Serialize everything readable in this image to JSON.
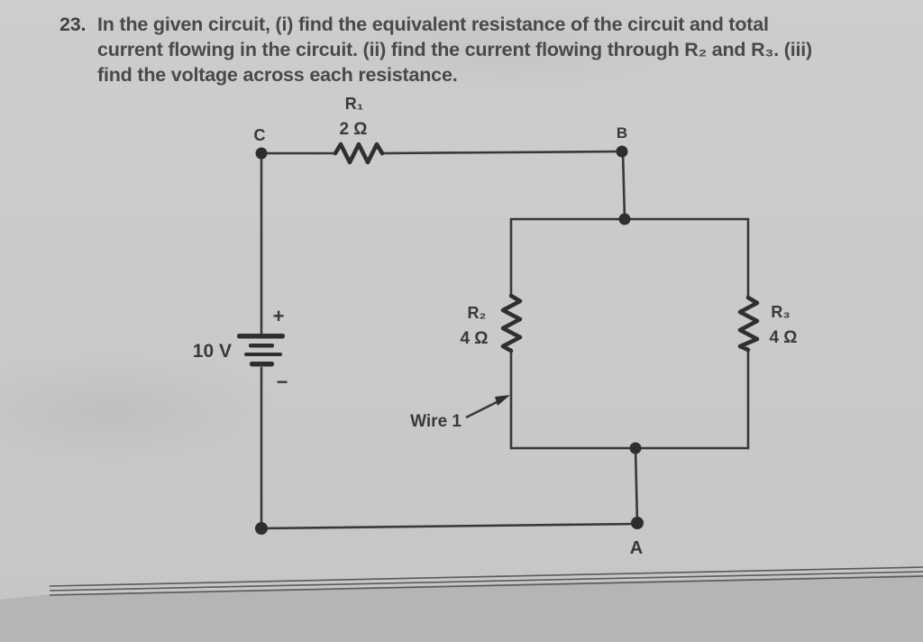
{
  "question": {
    "number": "23.",
    "lines": [
      "In the given circuit, (i) find the equivalent resistance of the circuit and total",
      "current flowing in the circuit. (ii) find the current flowing through R₂ and R₃. (iii)",
      "find the voltage across each resistance."
    ]
  },
  "circuit": {
    "nodes": {
      "top_left": "C",
      "top_right": "B",
      "bottom": "A"
    },
    "battery": {
      "voltage": "10 V",
      "plus": "+",
      "minus": "−"
    },
    "resistors": [
      {
        "name": "R₁",
        "value": "2 Ω"
      },
      {
        "name": "R₂",
        "value": "4 Ω"
      },
      {
        "name": "R₃",
        "value": "4 Ω"
      }
    ],
    "wire_label": "Wire 1"
  },
  "colors": {
    "page_background": "#c9c9c9",
    "ink": "#39393b",
    "text": "#49494c",
    "bottom_strip": "#b5b5b3"
  }
}
